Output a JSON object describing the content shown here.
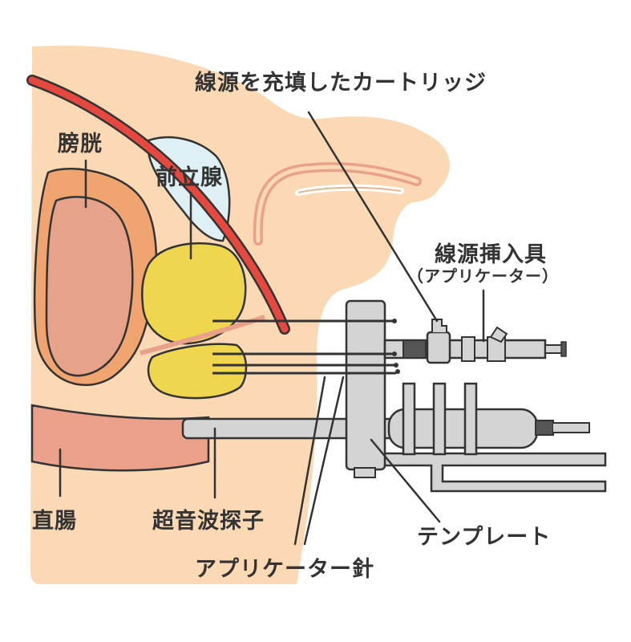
{
  "labels": {
    "cartridge": "線源を充填したカートリッジ",
    "bladder": "膀胱",
    "prostate": "前立腺",
    "applicator": "線源挿入具",
    "applicator_reading": "（アプリケーター）",
    "rectum": "直腸",
    "ultrasound_probe": "超音波探子",
    "template": "テンプレート",
    "applicator_needle": "アプリケーター針"
  },
  "colors": {
    "skin": "#fbd9b4",
    "bladder": "#e6a389",
    "bladder_rim": "#f0a570",
    "prostate": "#efd64e",
    "seminal_vesicle": "#dff0f5",
    "urethra": "#e5483f",
    "rectum": "#eba08a",
    "instrument": "#d4d4d4",
    "instrument_dark": "#555555",
    "outline": "#333333"
  }
}
